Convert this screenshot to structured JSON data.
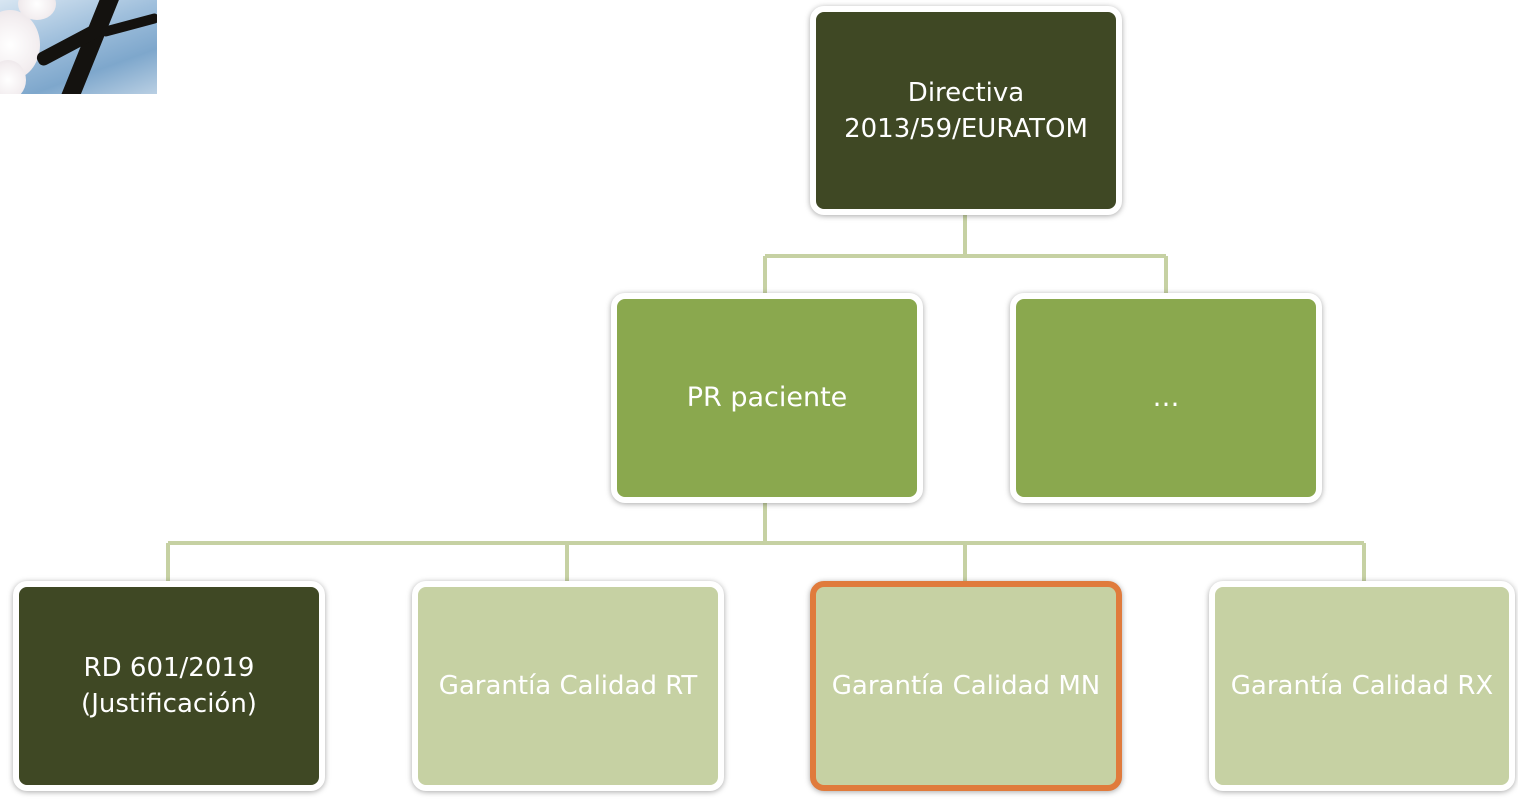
{
  "diagram": {
    "root": {
      "label_line1": "Directiva",
      "label_line2": "2013/59/EURATOM"
    },
    "level2": [
      {
        "label": "PR paciente"
      },
      {
        "label": "…"
      }
    ],
    "level3": [
      {
        "label_line1": "RD 601/2019",
        "label_line2": "(Justificación)"
      },
      {
        "label": "Garantía Calidad RT"
      },
      {
        "label": "Garantía Calidad MN",
        "highlighted": true
      },
      {
        "label": "Garantía Calidad RX"
      }
    ],
    "colors": {
      "dark_node": "#3f4824",
      "mid_node": "#8aa84e",
      "light_node": "#c6d1a3",
      "connector": "#c6d1a3",
      "highlight_border": "#e07b3c"
    }
  }
}
